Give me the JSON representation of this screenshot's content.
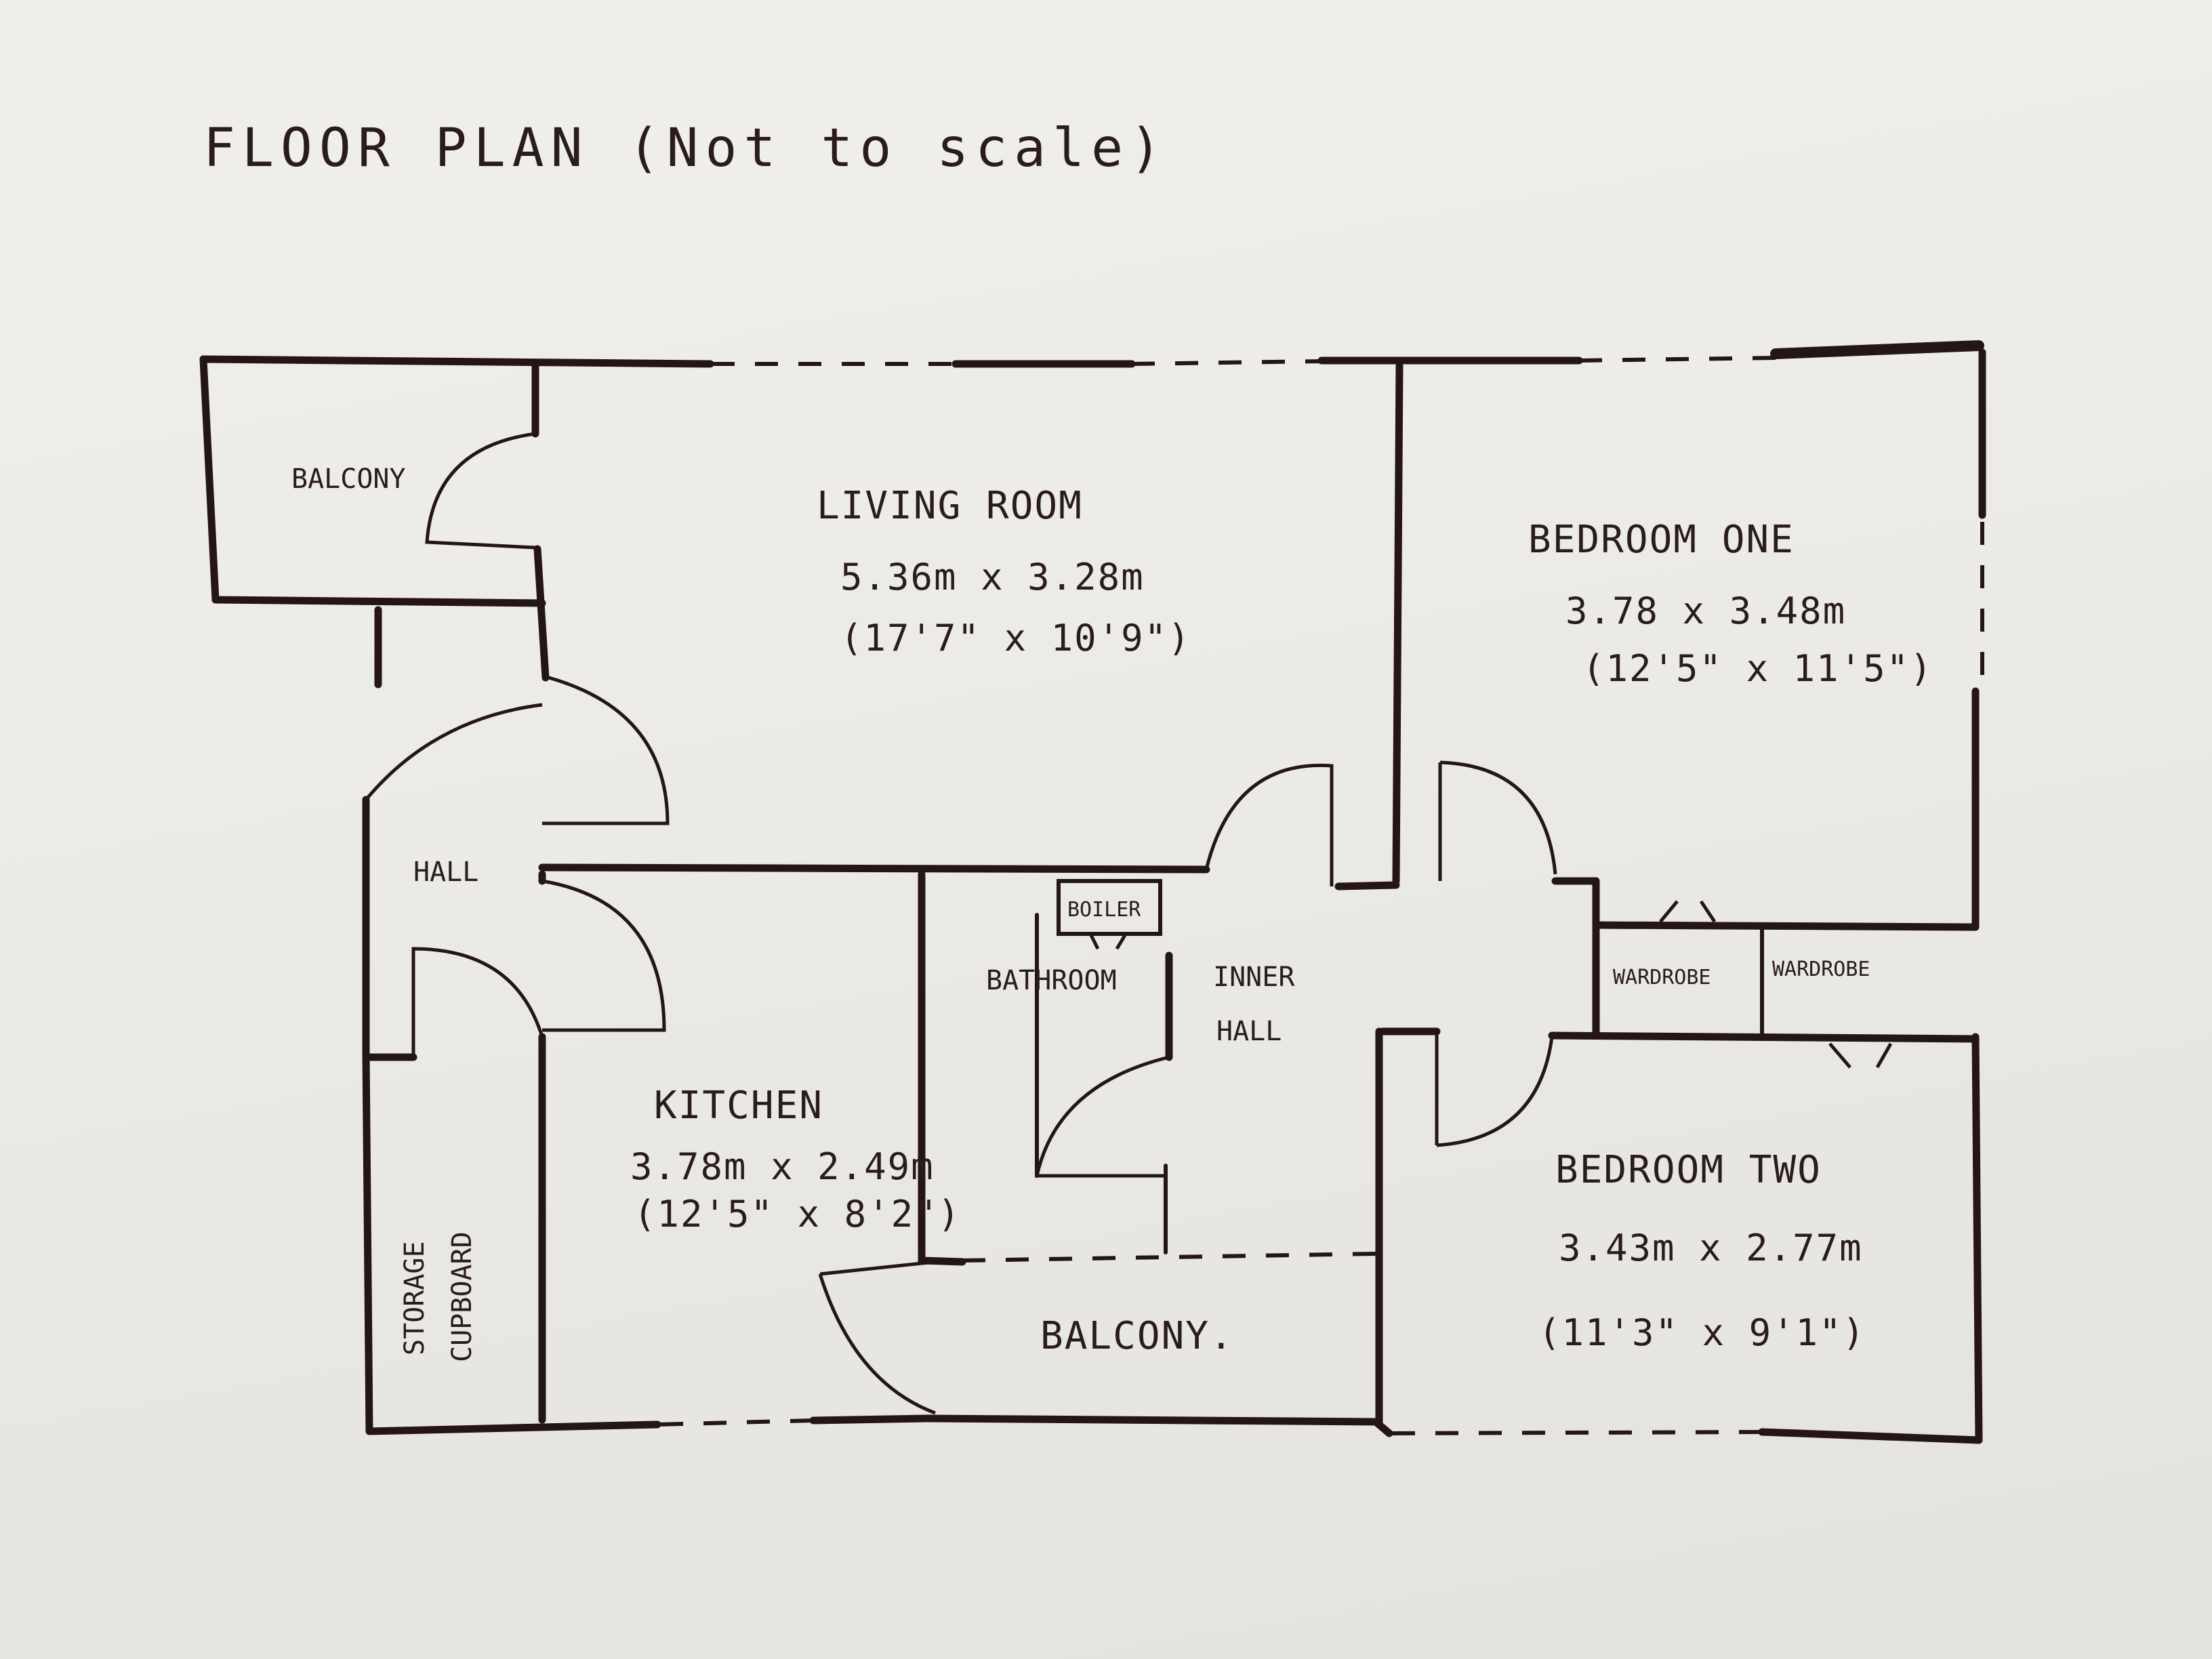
{
  "title": "FLOOR PLAN (Not to scale)",
  "rooms": {
    "balcony_top": {
      "name": "BALCONY"
    },
    "living_room": {
      "name": "LIVING ROOM",
      "metric": "5.36m x 3.28m",
      "imperial": "(17'7\" x 10'9\")"
    },
    "bedroom_one": {
      "name": "BEDROOM ONE",
      "metric": "3.78 x 3.48m",
      "imperial": "(12'5\" x 11'5\")"
    },
    "hall": {
      "name": "HALL"
    },
    "boiler": {
      "name": "BOILER"
    },
    "bathroom": {
      "name": "BATHROOM"
    },
    "inner_hall": {
      "name_line1": "INNER",
      "name_line2": "HALL"
    },
    "wardrobe_left": {
      "name": "WARDROBE"
    },
    "wardrobe_right": {
      "name": "WARDROBE"
    },
    "kitchen": {
      "name": "KITCHEN",
      "metric": "3.78m x 2.49m",
      "imperial": "(12'5\" x 8'2\")"
    },
    "bedroom_two": {
      "name": "BEDROOM TWO",
      "metric": "3.43m x 2.77m",
      "imperial": "(11'3\" x 9'1\")"
    },
    "storage": {
      "name_line1": "STORAGE",
      "name_line2": "CUPBOARD"
    },
    "balcony_bottom": {
      "name": "BALCONY."
    }
  },
  "colors": {
    "ink": "#241616",
    "paper": "#ecebe6"
  }
}
